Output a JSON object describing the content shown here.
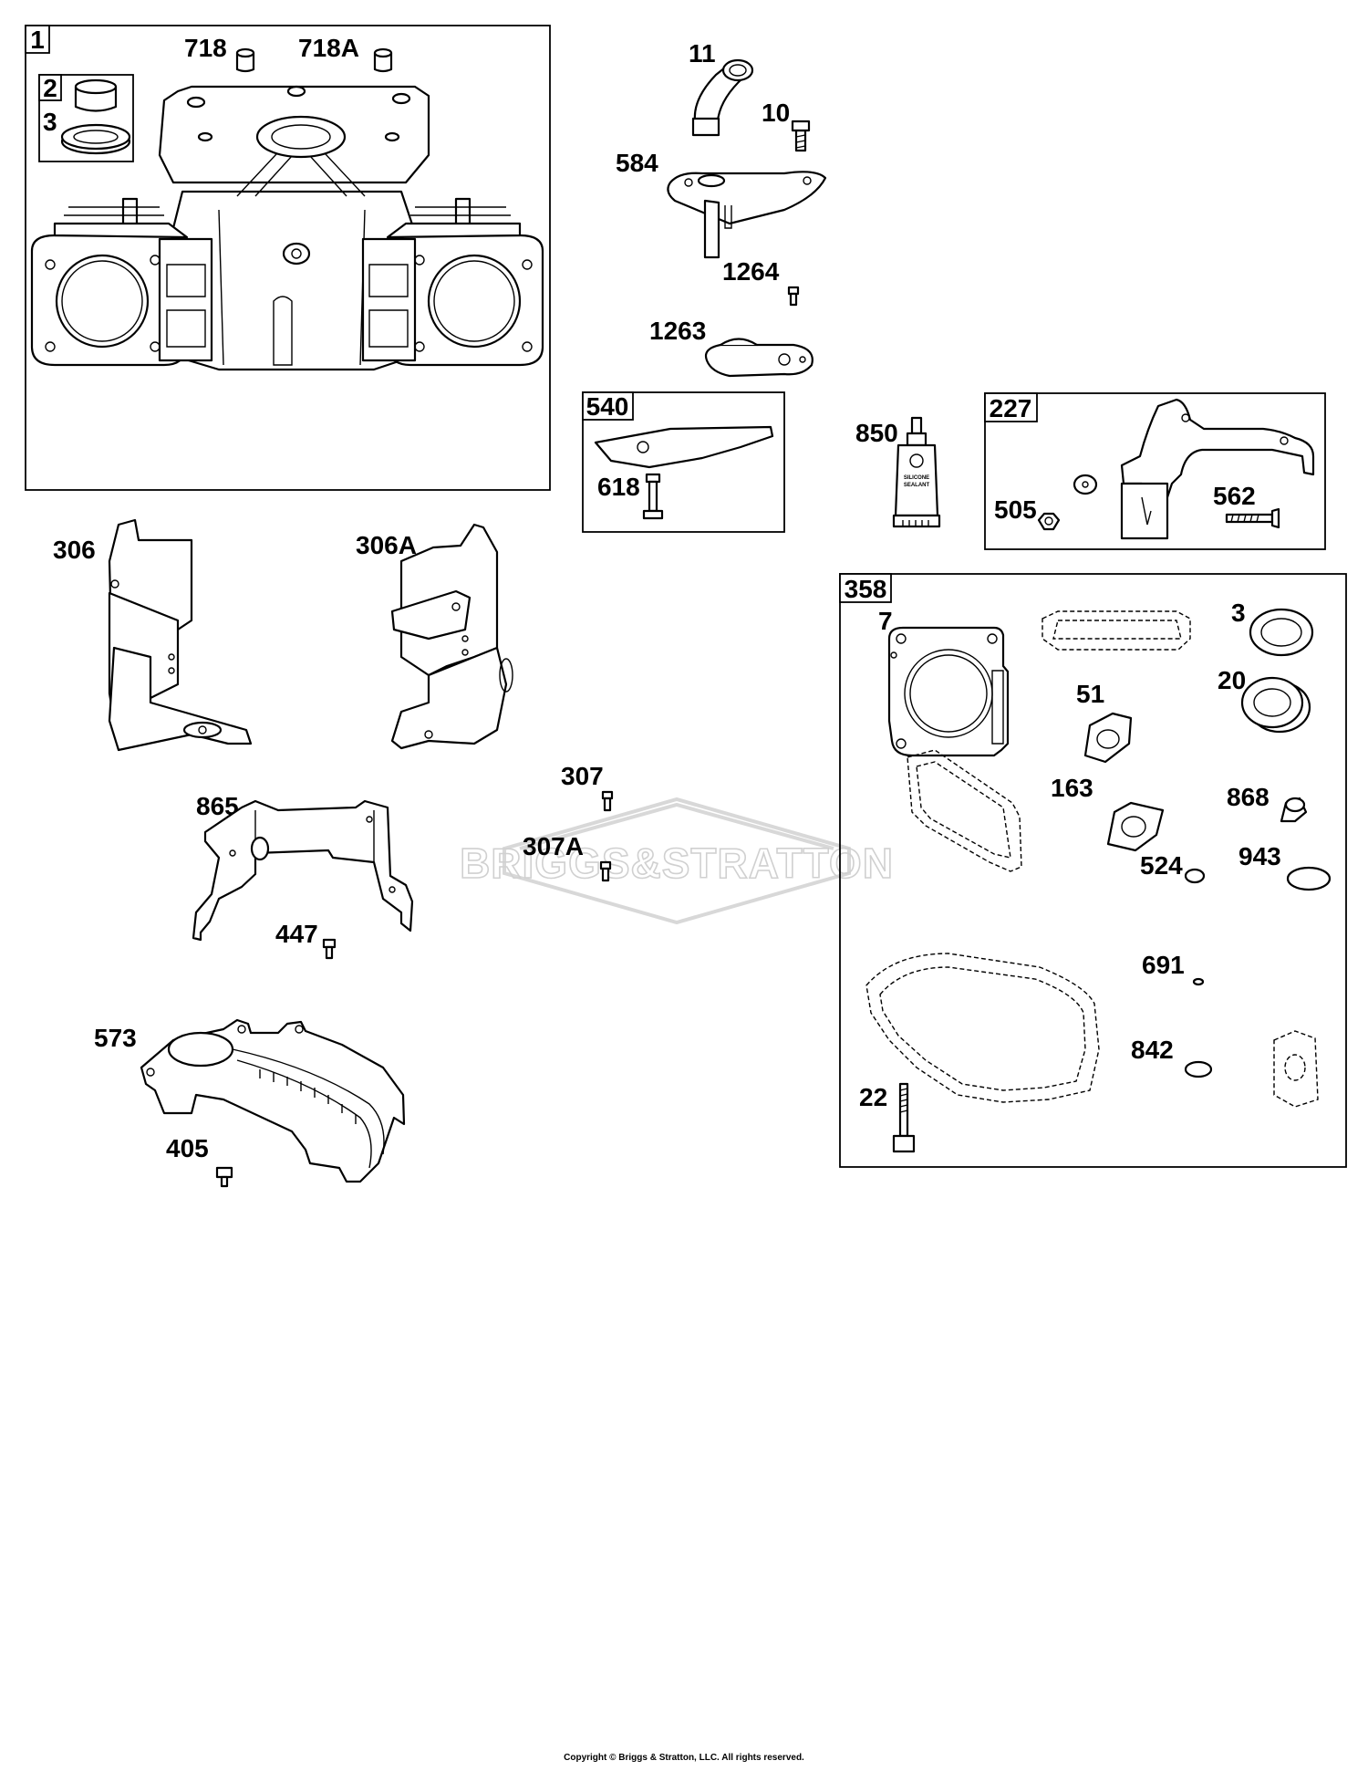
{
  "watermark": {
    "logo_text": "BRIGGS&STRATTON"
  },
  "boxes": {
    "box_1": "1",
    "box_2": "2",
    "box_540": "540",
    "box_227": "227",
    "box_358": "358"
  },
  "labels": {
    "p3a": "3",
    "p718": "718",
    "p718a": "718A",
    "p11": "11",
    "p10": "10",
    "p584": "584",
    "p1264": "1264",
    "p1263": "1263",
    "p618": "618",
    "p850": "850",
    "p505": "505",
    "p562": "562",
    "p306": "306",
    "p306a": "306A",
    "p307": "307",
    "p307a": "307A",
    "p865": "865",
    "p447": "447",
    "p573": "573",
    "p405": "405",
    "p7": "7",
    "p3b": "3",
    "p20": "20",
    "p51": "51",
    "p163": "163",
    "p868": "868",
    "p524": "524",
    "p943": "943",
    "p691": "691",
    "p842": "842",
    "p22": "22"
  },
  "tube_label": {
    "line1": "SILICONE",
    "line2": "SEALANT"
  },
  "footer": {
    "copyright": "Copyright © Briggs & Stratton, LLC. All rights reserved."
  }
}
